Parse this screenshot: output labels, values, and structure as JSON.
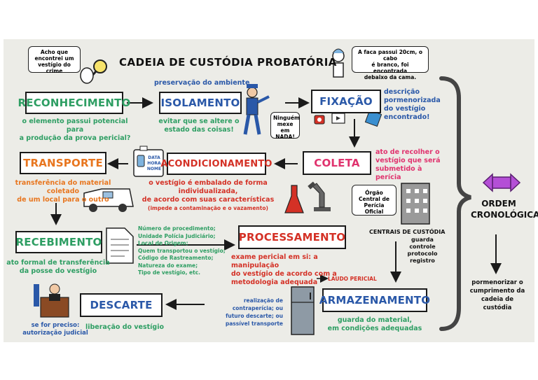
{
  "title": "CADEIA DE CUSTÓDIA PROBATÓRIA",
  "bubbles": {
    "top_left": [
      "Acho que",
      "encontrei um",
      "vestígio do crime"
    ],
    "top_right": [
      "A faca passui 20cm, o cabo",
      "é branco, foi encontrada",
      "debaixo da cama."
    ],
    "police": [
      "Ninguém",
      "mexe em",
      "NADA!"
    ],
    "orgao": [
      "Órgão",
      "Central de",
      "Perícia Oficial"
    ]
  },
  "stages": {
    "reconhecimento": {
      "label": "RECONHECIMENTO",
      "color": "#2e9e63",
      "desc": [
        "o elemento passui potencial para",
        "a produção da prova pericial?"
      ]
    },
    "isolamento": {
      "label": "ISOLAMENTO",
      "color": "#2a58a8",
      "pre": "preservação do ambiente",
      "desc": [
        "evitar que se altere o",
        "estado das coisas!"
      ]
    },
    "fixacao": {
      "label": "FIXAÇÃO",
      "color": "#2a58a8",
      "desc": [
        "descrição",
        "pormenorizada",
        "do vestígio",
        "encontrado!"
      ]
    },
    "coleta": {
      "label": "COLETA",
      "color": "#e0336e",
      "desc": [
        "ato de recolher o",
        "vestígio que será",
        "submetido à perícia"
      ]
    },
    "acondicionamento": {
      "label": "ACONDICIONAMENTO",
      "color": "#d43126",
      "desc": [
        "o vestígio é embalado de forma individualizada,",
        "de acordo com suas características"
      ],
      "note": "(impede a contaminação e o vazamento)"
    },
    "transporte": {
      "label": "TRANSPORTE",
      "color": "#e8761f",
      "desc": [
        "transferência do material coletado",
        "de um local para o outro"
      ]
    },
    "recebimento": {
      "label": "RECEBIMENTO",
      "color": "#2e9e63",
      "desc": [
        "ato formal de transferência",
        "da posse do vestígio"
      ]
    },
    "processamento": {
      "label": "PROCESSAMENTO",
      "color": "#d43126",
      "desc": [
        "exame pericial em si: a manipulação",
        "do vestígio de acordo com a",
        "metodologia adequada"
      ],
      "laudo": "LAUDO PERICIAL"
    },
    "armazenamento": {
      "label": "ARMAZENAMENTO",
      "color": "#2a58a8",
      "desc": [
        "guarda do material,",
        "em condições adequadas"
      ]
    },
    "descarte": {
      "label": "DESCARTE",
      "color": "#2a58a8",
      "desc": "liberação do vestígio",
      "judicial": [
        "se for preciso:",
        "autorização judicial"
      ]
    }
  },
  "bag_label": [
    "DATA",
    "HORA",
    "NOME"
  ],
  "recebimento_list": [
    "Número de procedimento;",
    "Unidade Polícia Judiciário;",
    "Local de Origem;",
    "Quem transportou o vestígio;",
    "Código de Rastreamento;",
    "Natureza do exame;",
    "Tipo de vestígio, etc."
  ],
  "centrais": {
    "title": "CENTRAIS DE CUSTÓDIA",
    "lines": [
      "guarda",
      "controle",
      "protocolo",
      "registro"
    ]
  },
  "descarte_note": [
    "realização de contraperícia; ou",
    "futuro descarte; ou",
    "passível transporte"
  ],
  "ordem": {
    "title": [
      "ORDEM",
      "CRONOLÓGICA"
    ],
    "desc": [
      "pormenorizar o",
      "cumprimento da",
      "cadeia de custódia"
    ],
    "color": "#9b4dca"
  },
  "colors": {
    "orange": "#e8761f",
    "blue_text": "#2a58a8",
    "green_text": "#2e9e63"
  }
}
